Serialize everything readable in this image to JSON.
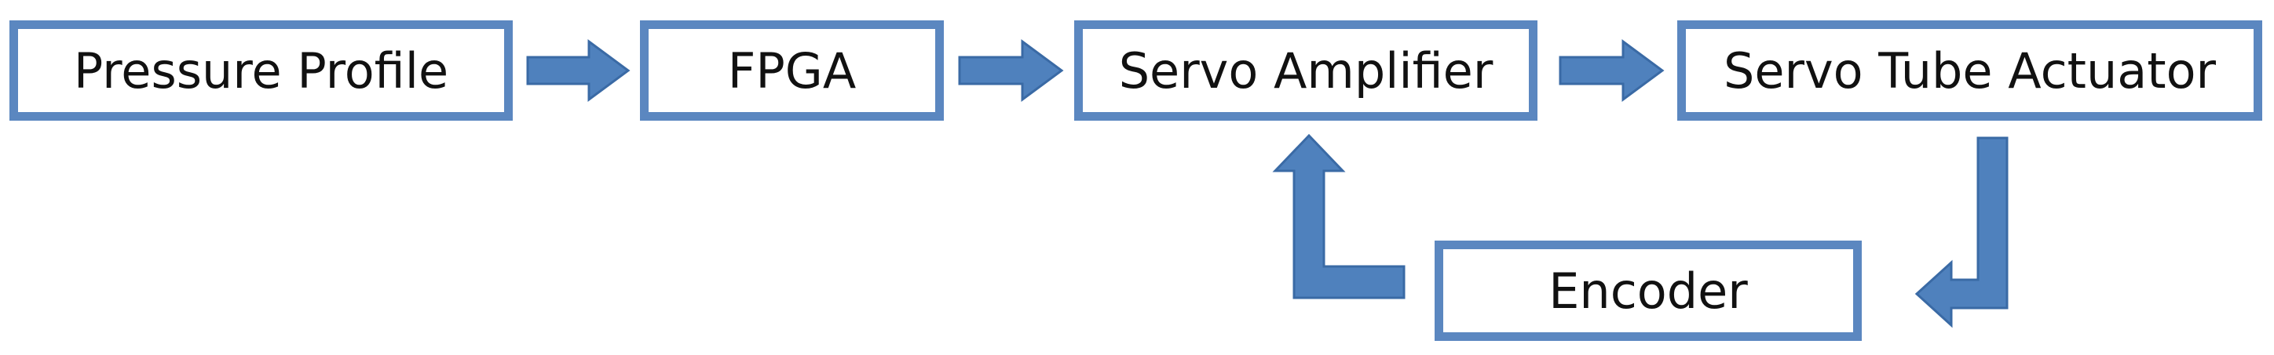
{
  "blocks": {
    "pressure_profile": "Pressure Profile",
    "fpga": "FPGA",
    "servo_amplifier": "Servo Amplifier",
    "servo_tube_actuator": "Servo Tube Actuator",
    "encoder": "Encoder"
  },
  "colors": {
    "box_border": "#5b87c0",
    "arrow_fill": "#4f81bd",
    "arrow_stroke": "#3a6aa5"
  }
}
